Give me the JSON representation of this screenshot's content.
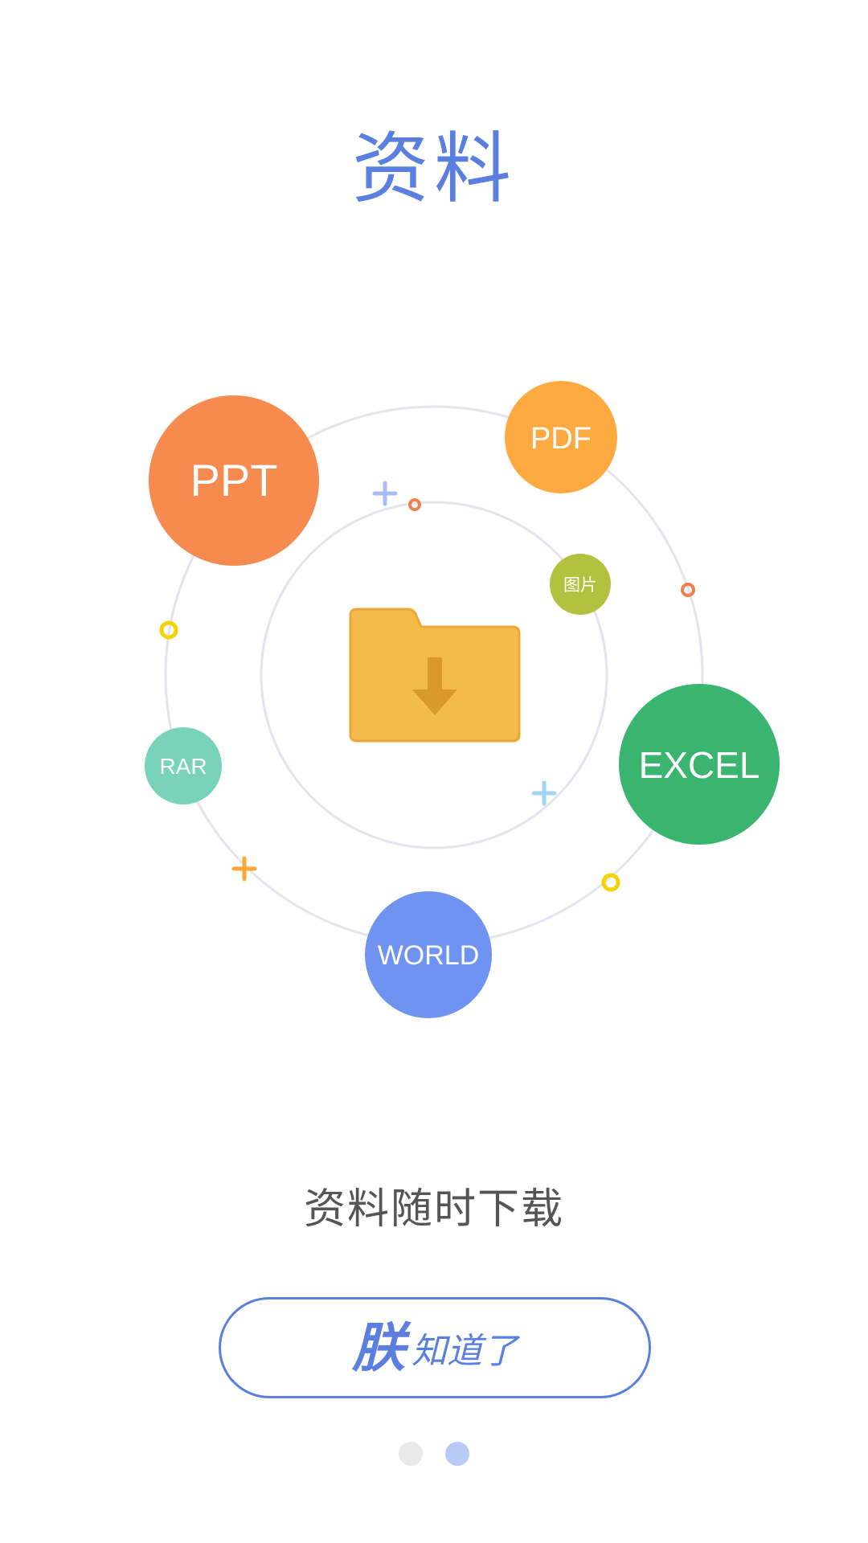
{
  "page": {
    "title": "资料",
    "subtitle": "资料随时下载",
    "button_label_big": "朕",
    "button_label_rest": "知道了"
  },
  "illustration": {
    "bubbles": {
      "ppt": {
        "label": "PPT",
        "color": "#f78a4f"
      },
      "pdf": {
        "label": "PDF",
        "color": "#ffaa40"
      },
      "image": {
        "label": "图片",
        "color": "#b3c23e"
      },
      "excel": {
        "label": "EXCEL",
        "color": "#39b56f"
      },
      "rar": {
        "label": "RAR",
        "color": "#79d3bc"
      },
      "world": {
        "label": "WORLD",
        "color": "#6f93f1"
      }
    },
    "center_icon": "folder-download-icon",
    "folder_color": "#f5bb4a",
    "arrow_color": "#d99a2a",
    "orbit_color": "#e4e4f0"
  },
  "pagination": {
    "total": 2,
    "active_index": 1,
    "inactive_color": "#e9e9e9",
    "active_color": "#b8cbf7"
  },
  "colors": {
    "accent": "#5a7fe0",
    "text_secondary": "#555555"
  }
}
